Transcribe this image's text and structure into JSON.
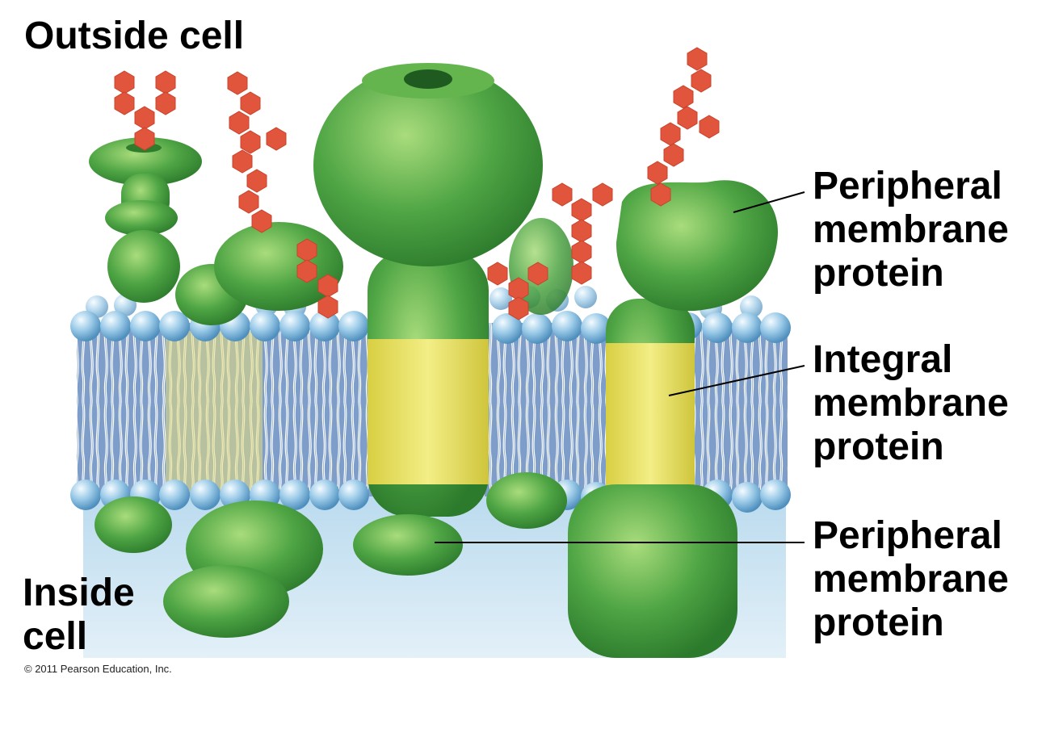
{
  "labels": {
    "outside_cell": "Outside cell",
    "inside_cell": [
      "Inside",
      "cell"
    ],
    "peripheral_top": [
      "Peripheral",
      "membrane",
      "protein"
    ],
    "integral": [
      "Integral",
      "membrane",
      "protein"
    ],
    "peripheral_bottom": [
      "Peripheral",
      "membrane",
      "protein"
    ]
  },
  "credit": "© 2011 Pearson Education, Inc.",
  "colors": {
    "protein_green": "#3f9a3a",
    "protein_light": "#8fd06a",
    "hydrophobic_yellow": "#e8e36a",
    "carbohydrate_red": "#e0553c",
    "phospholipid_head": "#7fb9de",
    "cytoplasm_blue": "#cfe6f3"
  }
}
